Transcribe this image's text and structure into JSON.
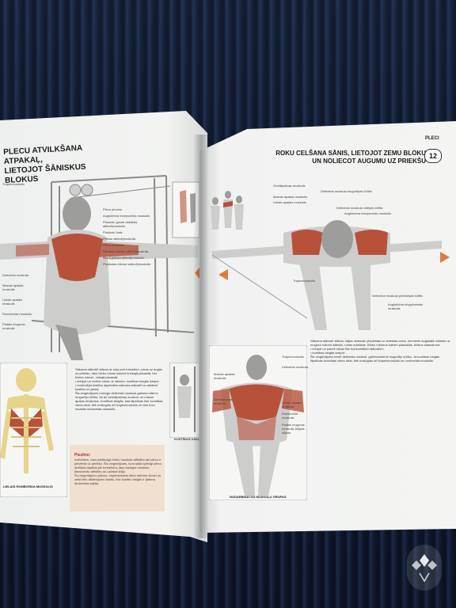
{
  "left_page": {
    "title": "PLECU ATVILKŠANA ATPAKAĻ,\nLIETOJOT ŠĀNISKUS BLOKUS",
    "labels_left": [
      "Trapecmuskulis",
      "Deltveida muskulis",
      "Mazais apaļais muskulis",
      "Lielais apaļais muskulis",
      "Rombveida muskulis",
      "Platais muguras muskulis"
    ],
    "labels_center": [
      "Plecu pinums",
      "Augšdelma tricepsveida muskulis",
      "Plaukstu garais radiālais atliecējmuskulis",
      "Plaukstu īsais",
      "Pirkstu atliecējmuskulis",
      "Plecu muskulis",
      "Plaukstu elkoņa atliecējmuskulis",
      "Mazā pirksta atliecējmuskulis",
      "Plaukstas elkoņa saliecējmuskulis"
    ],
    "side_caption": "KUSTĪBAS SĀKUMS",
    "skeleton_caption": "LIELAIS ROMBVEIDA MUSKULIS",
    "body_text": "Sākuma stāvoklī stāvus ar seju pret trenažieri, rokas uz augšu un priekšu, labo bloku rokturi satvert kreisajā plaukstā, bet kreiso rokturi - labajā plaukstā.\n• ieelpot un izvērst rokas uz sāniem, kustības beigās izelpot.\n• kontrolējot kustību atgriezties sākuma stāvoklī un atkārtot kustību no jauna.\nŠis vingrinājums noslogo deltveida muskuļa galveno kārt to mugurējo kūlīšu, kā arī zemlāpstiņas muskuli, un mazos apaļos muskuļus. Kustības beigās, kad lāpstiņas tiek tuvinātas viena otrai, tiek noslogots arī trapecmuskulis un tam tuvu esošais rombveida muskulis.",
    "tip_title": "Piezīme:",
    "tip_text": "Indivīdiem, kam pārtieciga krūšu muskuļa attīstība abi plecu ir pārvērsti uz priekšu. Šis vingrinājums, kura laikā spēcīgi plecu atvilktas atpakaļ pie trenažiera, ļauj noslogot muskuļu līdzsvarotu attīstību un uzlabot stāju.\nŠo vingrinājumu plecus, nepieciešams lietot mērenu slodzi un veikt lielu atkārtojumu skaitu, līdz kustību beigās ir jūtama dedzinoša sajūta."
  },
  "right_page": {
    "header": "PLECI",
    "title": "ROKU CELŠANA SĀNIS, LIETOJOT ZEMU BLOKU\nUN NOLIECOT AUGUMU UZ PRIEKŠU",
    "exercise_number": "12",
    "labels_top": [
      "Zemlāpstiņas muskulis",
      "Deltveida muskuļa mugurējais kūlītis",
      "Mazais apaļais muskulis",
      "Lielais apaļais muskulis",
      "Deltveida muskuļa vidējais kūlītis",
      "Augšdelma tricepsveida muskulis"
    ],
    "labels_bottom": [
      "Trapecmuskulis",
      "Deltveida muskuļa priekšējais kūlītis",
      "Augšdelma divgalvainais muskulis"
    ],
    "body_text": "Sākuma stāvoklī stāvus, kājas nedaudz pieplestas un ieliektas ceļos, kermenis augšdaļā noliekts uz mugura noturot atliektu, rokas nolaistas. Bloku rokturus satvert plaukstās, blokus sakrusturot.\n• ieelpot un pacelt rokas līdz horizontālam stāvoklim;\n• kustības beigās izelpot.\nŠis vingrinājums trenē deltveida muskuli, galvenokārt tā mugurējo kūlīšu. Ja kustības beigās lāpstiņas tuvinātas viena otrai, tiek noslogots arī trapecmuskulis un rombveida muskulis.",
    "muscle_labels_left": [
      "Mazais apaļais muskulis",
      "Zemlāpstiņas muskulis"
    ],
    "muscle_labels_right": [
      "Trapecmuskulis",
      "Deltveida muskulis",
      "Lielais apaļais muskulis",
      "Rombveida muskulis",
      "Platais muguras muskulis ārējais slīpais"
    ],
    "figure_caption": "NODARBINĀTĀS MUSKUĻU GRUPAS"
  },
  "colors": {
    "muscle": "#b8513a",
    "bone": "#e6d48a",
    "tip_bg": "#f1dfcf",
    "fabric": "#14213a"
  }
}
